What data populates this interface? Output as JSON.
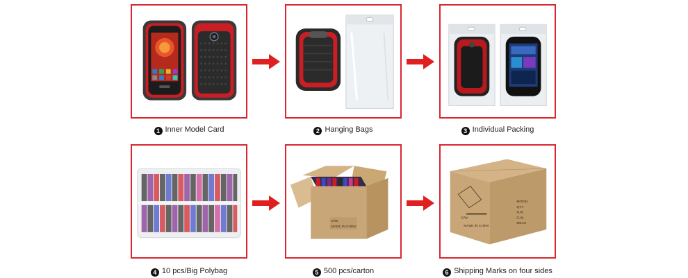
{
  "steps": [
    {
      "number": "1",
      "label": "Inner Model Card"
    },
    {
      "number": "2",
      "label": "Hanging Bags"
    },
    {
      "number": "3",
      "label": "Individual Packing"
    },
    {
      "number": "4",
      "label": "10 pcs/Big Polybag"
    },
    {
      "number": "5",
      "label": "500 pcs/carton"
    },
    {
      "number": "6",
      "label": "Shipping Marks on four sides"
    }
  ],
  "box_marks": {
    "model": "MODEL",
    "qty": "QTY",
    "nw": "N.W.",
    "gw": "G.W.",
    "meas": "MEAS",
    "made_in": "MADE IN CHINA",
    "gw_short": "G/W."
  },
  "colors": {
    "frame": "#d8262f",
    "arrow": "#e02020",
    "case_red": "#c81e24",
    "case_black": "#2a2a2a",
    "carton": "#c9a678"
  }
}
